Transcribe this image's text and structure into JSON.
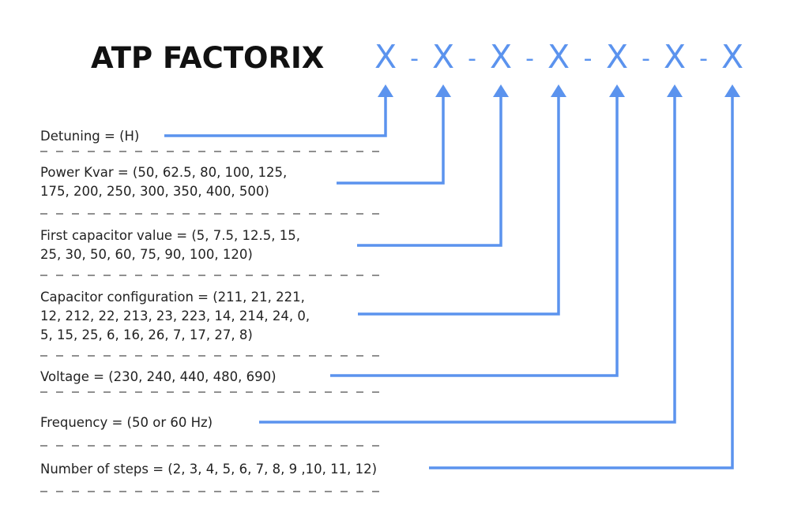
{
  "title": "ATP FACTORIX",
  "code": {
    "placeholder": "X",
    "separator": "-"
  },
  "colors": {
    "accent": "#5b93ee",
    "text": "#222222",
    "title": "#111111"
  },
  "fields": [
    {
      "id": "detuning",
      "lines": [
        "Detuning = (H)"
      ]
    },
    {
      "id": "power-kvar",
      "lines": [
        "Power Kvar = (50, 62.5, 80, 100, 125,",
        "175, 200, 250, 300, 350, 400, 500)"
      ]
    },
    {
      "id": "first-capacitor-value",
      "lines": [
        "First capacitor value = (5, 7.5, 12.5, 15,",
        "25, 30, 50, 60, 75, 90, 100, 120)"
      ]
    },
    {
      "id": "capacitor-configuration",
      "lines": [
        "Capacitor configuration = (211, 21, 221,",
        "12, 212, 22, 213, 23, 223, 14, 214, 24, 0,",
        "5, 15, 25, 6, 16, 26, 7, 17, 27, 8)"
      ]
    },
    {
      "id": "voltage",
      "lines": [
        "Voltage = (230, 240, 440, 480, 690)"
      ]
    },
    {
      "id": "frequency",
      "lines": [
        "Frequency = (50 or 60 Hz)"
      ]
    },
    {
      "id": "number-of-steps",
      "lines": [
        "Number of steps = (2, 3, 4, 5, 6, 7, 8, 9 ,10, 11, 12)"
      ]
    }
  ]
}
